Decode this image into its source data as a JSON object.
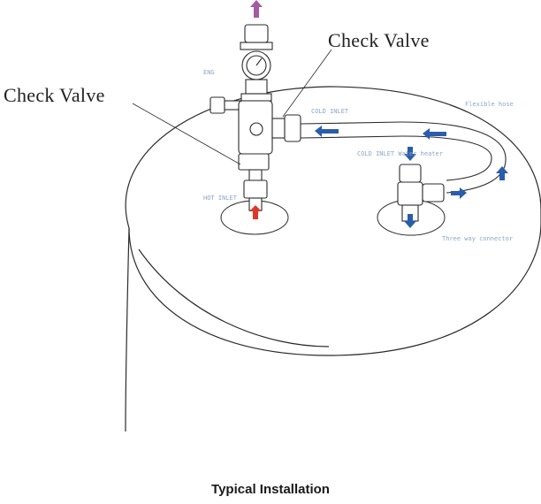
{
  "labels": {
    "check_valve_right": "Check Valve",
    "check_valve_left": "Check Valve"
  },
  "small_labels": {
    "flexible_hose": "Flexible hose",
    "cold_inlet_top": "COLD INLET",
    "cold_inlet_heater": "COLD INLET Water heater",
    "hot_inlet": "HOT INLET",
    "three_way_connector": "Three way connector",
    "gauge_mark": "ENG"
  },
  "caption": "Typical Installation",
  "colors": {
    "line": "#2b2b2b",
    "flow_arrow": "#2a5dab",
    "hot_arrow": "#d93a2b",
    "outlet_arrow": "#a25aa3",
    "label_tint": "#8aa8c8"
  },
  "icons": {
    "outlet": "arrow-up-icon",
    "hot": "arrow-up-icon",
    "flow": "arrow-left-icon"
  }
}
